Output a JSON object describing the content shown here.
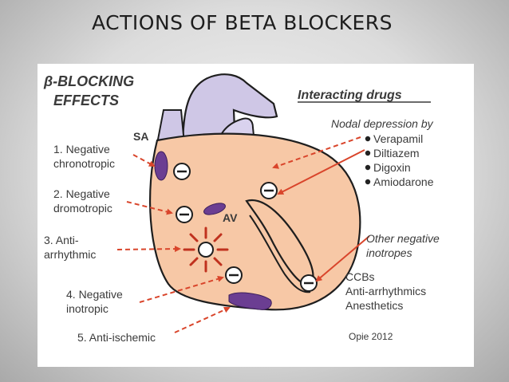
{
  "slide": {
    "title": "ACTIONS OF BETA BLOCKERS"
  },
  "diagram": {
    "heading_line1": "β-BLOCKING",
    "heading_line2": "EFFECTS",
    "effects": [
      {
        "line1": "1. Negative",
        "line2": "chronotropic"
      },
      {
        "line1": "2. Negative",
        "line2": "dromotropic"
      },
      {
        "line1": "3. Anti-",
        "line2": "arrhythmic"
      },
      {
        "line1": "4. Negative",
        "line2": "inotropic"
      },
      {
        "line1": "5. Anti-ischemic",
        "line2": ""
      }
    ],
    "node_sa": "SA",
    "node_av": "AV",
    "interacting_title": "Interacting drugs",
    "nodal_title": "Nodal depression by",
    "nodal_drugs": [
      "Verapamil",
      "Diltiazem",
      "Digoxin",
      "Amiodarone"
    ],
    "other_line1": "Other negative",
    "other_line2": "inotropes",
    "other_drugs": [
      "CCBs",
      "Anti-arrhythmics",
      "Anesthetics"
    ],
    "credit": "Opie 2012",
    "minus_sign": "−",
    "colors": {
      "heart_fill": "#f7c8a6",
      "vessel_fill": "#cfc7e6",
      "node_fill": "#6b3e92",
      "arrow_red": "#d9452b",
      "text": "#3a3a3a"
    }
  }
}
